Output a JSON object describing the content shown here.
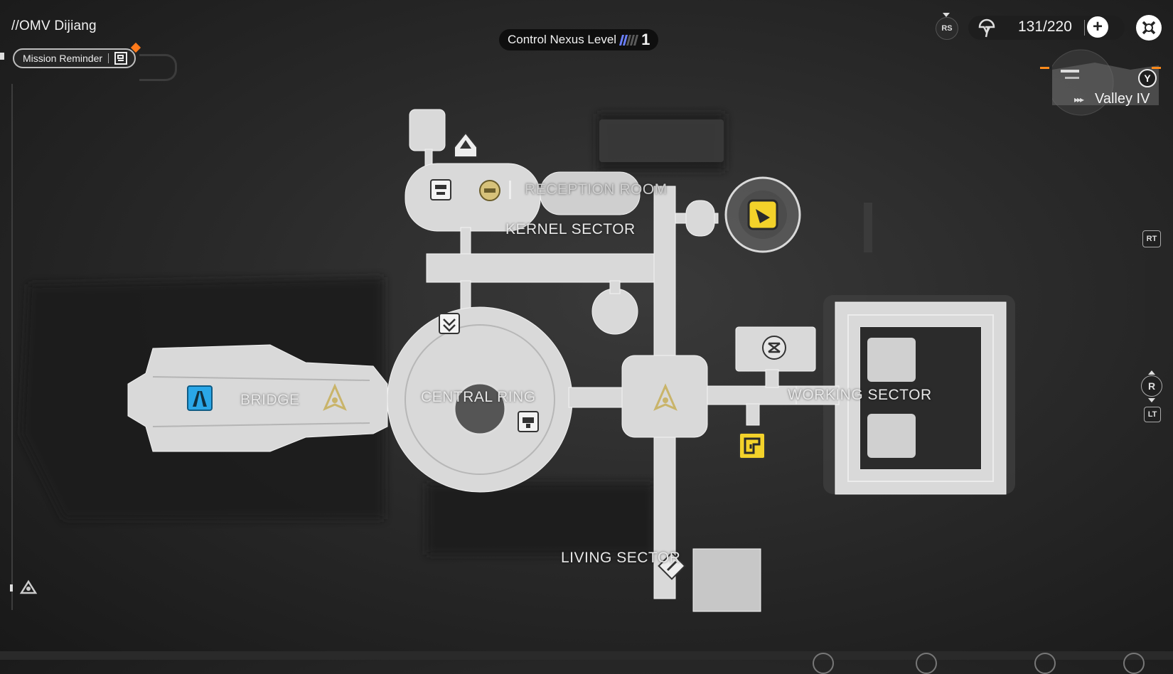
{
  "hud": {
    "location": "//OMV Dijiang",
    "mission_reminder": "Mission Reminder",
    "control_nexus_label": "Control Nexus Level",
    "control_nexus_level": "1",
    "rs_key": "RS",
    "sanity_value": "131/220",
    "plus_label": "+"
  },
  "minimap": {
    "region": "Valley IV",
    "y_key": "Y"
  },
  "controls": {
    "rt_key": "RT",
    "r_key": "R",
    "lt_key": "LT"
  },
  "map": {
    "labels": {
      "reception_room": "RECEPTION ROOM",
      "kernel_sector": "KERNEL SECTOR",
      "bridge": "BRIDGE",
      "central_ring": "CENTRAL RING",
      "working_sector": "WORKING SECTOR",
      "living_sector": "LIVING SECTOR"
    }
  },
  "colors": {
    "accent_orange": "#ff7a1a",
    "bridge_icon_blue": "#2aa7e8",
    "objective_yellow": "#f3d22a",
    "waypoint_gold": "#c9b46a"
  }
}
